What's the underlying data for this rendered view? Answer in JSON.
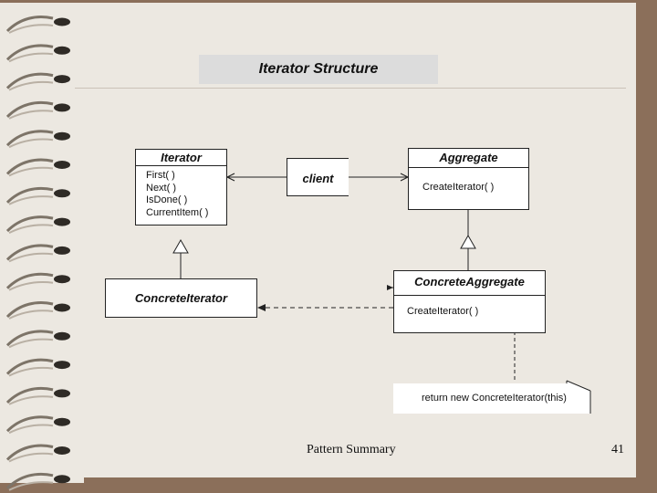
{
  "slide": {
    "title": "Iterator Structure",
    "footer_text": "Pattern Summary",
    "page_number": "41"
  },
  "diagram": {
    "iterator": {
      "name": "Iterator",
      "operations": [
        "First( )",
        "Next( )",
        "IsDone( )",
        "CurrentItem( )"
      ]
    },
    "client": {
      "name": "client"
    },
    "aggregate": {
      "name": "Aggregate",
      "operations": [
        "CreateIterator( )"
      ]
    },
    "concrete_iterator": {
      "name": "ConcreteIterator"
    },
    "concrete_aggregate": {
      "name": "ConcreteAggregate",
      "operations": [
        "CreateIterator( )"
      ]
    },
    "note": {
      "text": "return new ConcreteIterator(this)"
    }
  },
  "colors": {
    "background": "#8b6f5a",
    "paper": "#ece8e1",
    "title_bar": "#dcdcdc",
    "line": "#222222"
  }
}
